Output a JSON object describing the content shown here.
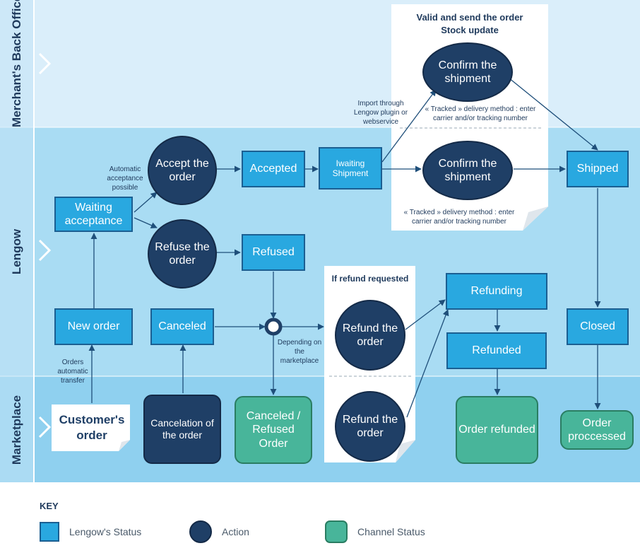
{
  "lanes": {
    "back_office": "Merchant's Back Office",
    "lengow": "Lengow",
    "marketplace": "Marketplace"
  },
  "statuses": {
    "waiting_acceptance": "Waiting acceptance",
    "accepted": "Accepted",
    "waiting_shipment": "Iwaiting Shipment",
    "shipped": "Shipped",
    "refused": "Refused",
    "new_order": "New order",
    "canceled": "Canceled",
    "refunding": "Refunding",
    "refunded": "Refunded",
    "closed": "Closed"
  },
  "actions": {
    "accept": "Accept the order",
    "refuse": "Refuse the order",
    "confirm_top": "Confirm the shipment",
    "confirm_mid": "Confirm the shipment",
    "refund_top": "Refund the order",
    "refund_bottom": "Refund the order"
  },
  "marketplace_nodes": {
    "customer_order": "Customer's order",
    "cancelation": "Cancelation of the order",
    "canceled_refused": "Canceled / Refused Order",
    "order_refunded": "Order refunded",
    "order_processed": "Order proccessed"
  },
  "notes": {
    "valid_send_title": "Valid and send the order Stock update",
    "tracked_top": "« Tracked » delivery method : enter carrier and/or tracking number",
    "tracked_bottom": "« Tracked » delivery method : enter carrier and/or tracking number",
    "import": "Import through Lengow plugin or webservice",
    "auto_accept": "Automatic acceptance possible",
    "orders_auto": "Orders automatic transfer",
    "depending": "Depending on the marketplace",
    "refund_requested": "If refund requested"
  },
  "key": {
    "title": "KEY",
    "status": "Lengow's Status",
    "action": "Action",
    "channel": "Channel Status"
  },
  "colors": {
    "lengow_status": "#29a8e0",
    "action": "#1f3f66",
    "channel_status": "#48b59a",
    "lane_back_office": "#daeefa",
    "lane_lengow": "#a9dcf3",
    "lane_marketplace": "#8fd0ef",
    "arrow": "#1f4f7a"
  }
}
